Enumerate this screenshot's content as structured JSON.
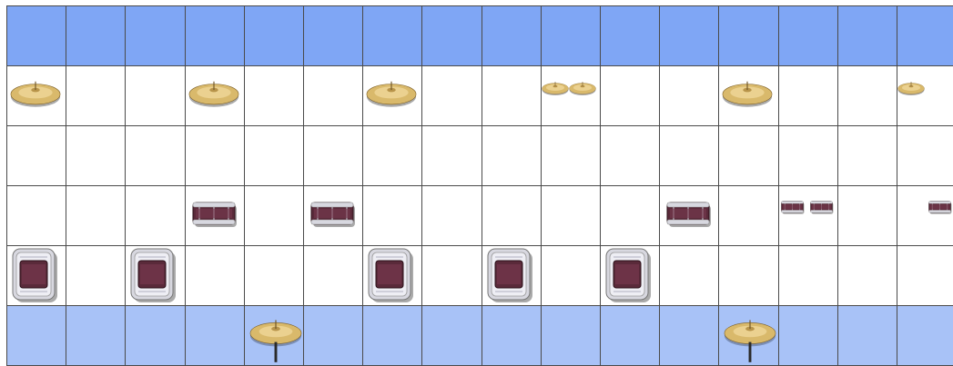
{
  "sequencer": {
    "cols": 16,
    "rows": [
      {
        "name": "top-lane",
        "color": "#7fa6f5"
      },
      {
        "name": "crash-lane",
        "color": "#ffffff"
      },
      {
        "name": "empty-lane",
        "color": "#ffffff"
      },
      {
        "name": "snare-lane",
        "color": "#ffffff"
      },
      {
        "name": "bass-drum-lane",
        "color": "#ffffff"
      },
      {
        "name": "ride-cymbal-lane",
        "color": "#a8c2f7"
      }
    ],
    "notes": [
      {
        "row": 1,
        "col": 0,
        "icon": "cymbal-icon",
        "sub": "full"
      },
      {
        "row": 1,
        "col": 3,
        "icon": "cymbal-icon",
        "sub": "full"
      },
      {
        "row": 1,
        "col": 6,
        "icon": "cymbal-icon",
        "sub": "full"
      },
      {
        "row": 1,
        "col": 9,
        "icon": "cymbal-icon",
        "sub": "half-a"
      },
      {
        "row": 1,
        "col": 9,
        "icon": "cymbal-icon",
        "sub": "half-b"
      },
      {
        "row": 1,
        "col": 12,
        "icon": "cymbal-icon",
        "sub": "full"
      },
      {
        "row": 1,
        "col": 15,
        "icon": "cymbal-icon",
        "sub": "half-a"
      },
      {
        "row": 3,
        "col": 3,
        "icon": "snare-drum-icon",
        "sub": "full"
      },
      {
        "row": 3,
        "col": 5,
        "icon": "snare-drum-icon",
        "sub": "full"
      },
      {
        "row": 3,
        "col": 11,
        "icon": "snare-drum-icon",
        "sub": "full"
      },
      {
        "row": 3,
        "col": 13,
        "icon": "snare-drum-icon",
        "sub": "half-a"
      },
      {
        "row": 3,
        "col": 13,
        "icon": "snare-drum-icon",
        "sub": "half-b"
      },
      {
        "row": 3,
        "col": 15,
        "icon": "snare-drum-icon",
        "sub": "half-b"
      },
      {
        "row": 4,
        "col": 0,
        "icon": "bass-drum-icon",
        "sub": "full"
      },
      {
        "row": 4,
        "col": 2,
        "icon": "bass-drum-icon",
        "sub": "full"
      },
      {
        "row": 4,
        "col": 6,
        "icon": "bass-drum-icon",
        "sub": "full"
      },
      {
        "row": 4,
        "col": 8,
        "icon": "bass-drum-icon",
        "sub": "full"
      },
      {
        "row": 4,
        "col": 10,
        "icon": "bass-drum-icon",
        "sub": "full"
      },
      {
        "row": 5,
        "col": 4,
        "icon": "ride-cymbal-icon",
        "sub": "full"
      },
      {
        "row": 5,
        "col": 12,
        "icon": "ride-cymbal-icon",
        "sub": "full"
      }
    ],
    "colors": {
      "grid_line": "#4a4a4a",
      "cymbal_gold": "#d9b96b",
      "drum_shell": "#5a2a3a",
      "drum_rim": "#d8d8e0"
    }
  }
}
